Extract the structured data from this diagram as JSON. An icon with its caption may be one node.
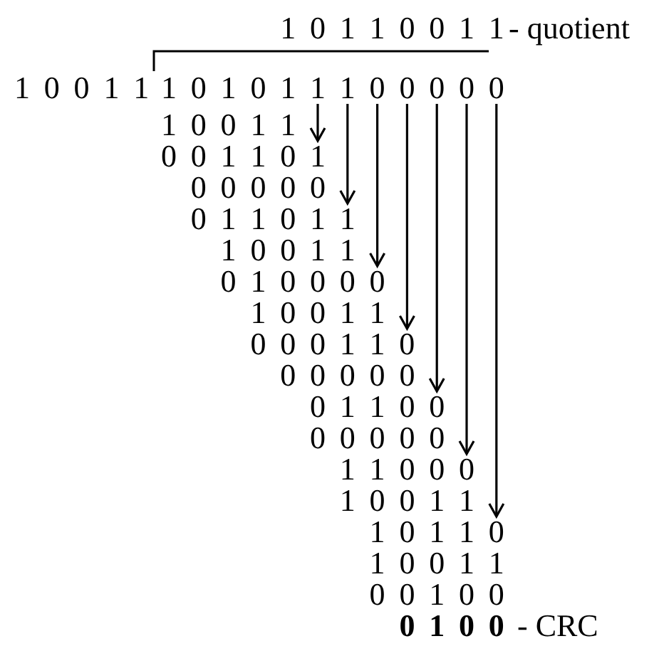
{
  "diagram": {
    "nodes": [
      {
        "text": [
          "1 0 1 0 1 1 1 0 0 0 0 0"
        ]
      },
      {
        "text": [
          "0 0 1 1 0 1"
        ]
      },
      {
        "text": [
          "0 1 1 0 1 1"
        ]
      },
      {
        "text": [
          "0 1 0 0 0 0"
        ]
      },
      {
        "text": [
          "0 0 0 1 1 0"
        ]
      },
      {
        "text": [
          "0 1 1 0 0"
        ]
      },
      {
        "text": [
          "1 1 0 0 0"
        ]
      },
      {
        "text": [
          "1 0 1 1 0"
        ]
      }
    ],
    "edges": [
      {
        "from": 0,
        "to": 1,
        "arrow": "to"
      },
      {
        "from": 0,
        "to": 2,
        "arrow": "to"
      },
      {
        "from": 0,
        "to": 3,
        "arrow": "to"
      },
      {
        "from": 0,
        "to": 4,
        "arrow": "to"
      },
      {
        "from": 0,
        "to": 5,
        "arrow": "to"
      },
      {
        "from": 0,
        "to": 6,
        "arrow": "to"
      },
      {
        "from": 0,
        "to": 7,
        "arrow": "to"
      }
    ],
    "labels": [
      "1 0 1 1 0 0 1 1",
      "- quotient",
      "1 0 0 1 1",
      "1 0 0 1 1",
      "0 0 0 0 0",
      "1 0 0 1 1",
      "1 0 0 1 1",
      "0 0 0 0 0",
      "0 0 0 0 0",
      "1 0 0 1 1",
      "1 0 0 1 1",
      "0 0 1 0 0",
      "0 1 0 0",
      "- CRC"
    ]
  }
}
